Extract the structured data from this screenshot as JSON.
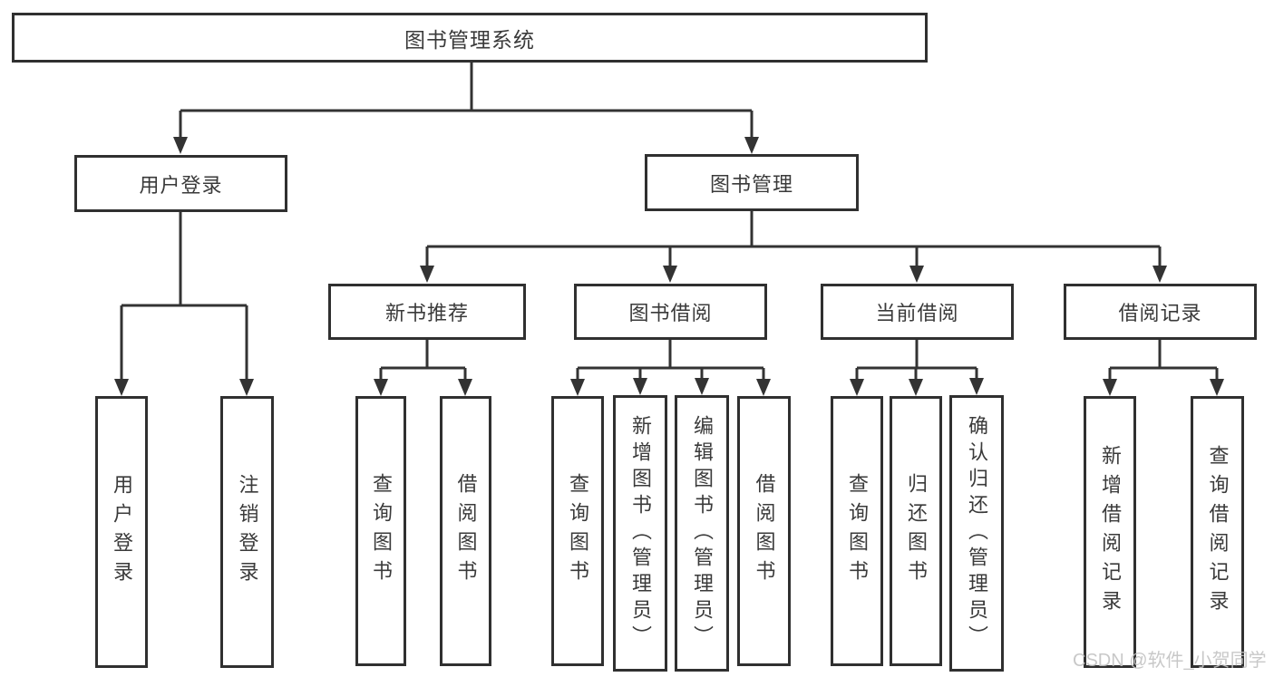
{
  "diagram": {
    "title": "图书管理系统",
    "watermark": "CSDN @软件_小贺同学",
    "colors": {
      "line": "#333333",
      "box-border": "#303030",
      "text": "#3a3a3a",
      "watermark": "#c3c3c3",
      "background": "#ffffff"
    },
    "tree": {
      "root": {
        "label": "图书管理系统",
        "children": [
          {
            "label": "用户登录",
            "children": [
              {
                "label": "用户登录"
              },
              {
                "label": "注销登录"
              }
            ]
          },
          {
            "label": "图书管理",
            "children": [
              {
                "label": "新书推荐",
                "children": [
                  {
                    "label": "查询图书"
                  },
                  {
                    "label": "借阅图书"
                  }
                ]
              },
              {
                "label": "图书借阅",
                "children": [
                  {
                    "label": "查询图书"
                  },
                  {
                    "label": "新增图书（管理员）"
                  },
                  {
                    "label": "编辑图书（管理员）"
                  },
                  {
                    "label": "借阅图书"
                  }
                ]
              },
              {
                "label": "当前借阅",
                "children": [
                  {
                    "label": "查询图书"
                  },
                  {
                    "label": "归还图书"
                  },
                  {
                    "label": "确认归还（管理员）"
                  }
                ]
              },
              {
                "label": "借阅记录",
                "children": [
                  {
                    "label": "新增借阅记录"
                  },
                  {
                    "label": "查询借阅记录"
                  }
                ]
              }
            ]
          }
        ]
      }
    }
  }
}
